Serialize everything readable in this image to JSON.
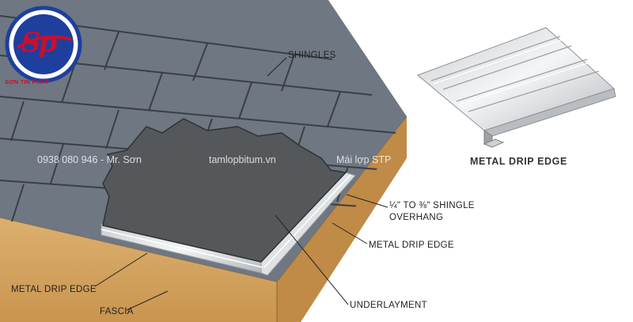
{
  "logo": {
    "monogram": "Sp",
    "text": "SƠN TIN PHÁT",
    "colors": {
      "red": "#c8102e",
      "blue": "#1f3f9e"
    }
  },
  "watermarks": {
    "phone": "0938 080 946 - Mr. Sơn",
    "site": "tamlopbitum.vn",
    "brand": "Mái lợp STP"
  },
  "labels": {
    "shingles": "SHINGLES",
    "metal_drip_edge_detail": "METAL DRIP EDGE",
    "overhang_line1": "¼\" TO ⅜\" SHINGLE",
    "overhang_line2": "OVERHANG",
    "metal_drip_edge_right": "METAL DRIP EDGE",
    "metal_drip_edge_left": "METAL DRIP EDGE",
    "fascia": "FASCIA",
    "underlayment": "UNDERLAYMENT"
  },
  "colors": {
    "shingle": "#6e7782",
    "shingle_line": "#3a3f45",
    "underlayment": "#55585b",
    "fascia": "#d2a55f",
    "fascia_dark": "#b9874a",
    "metal": "#e6e8ea",
    "metal_dark": "#a9adb1"
  }
}
